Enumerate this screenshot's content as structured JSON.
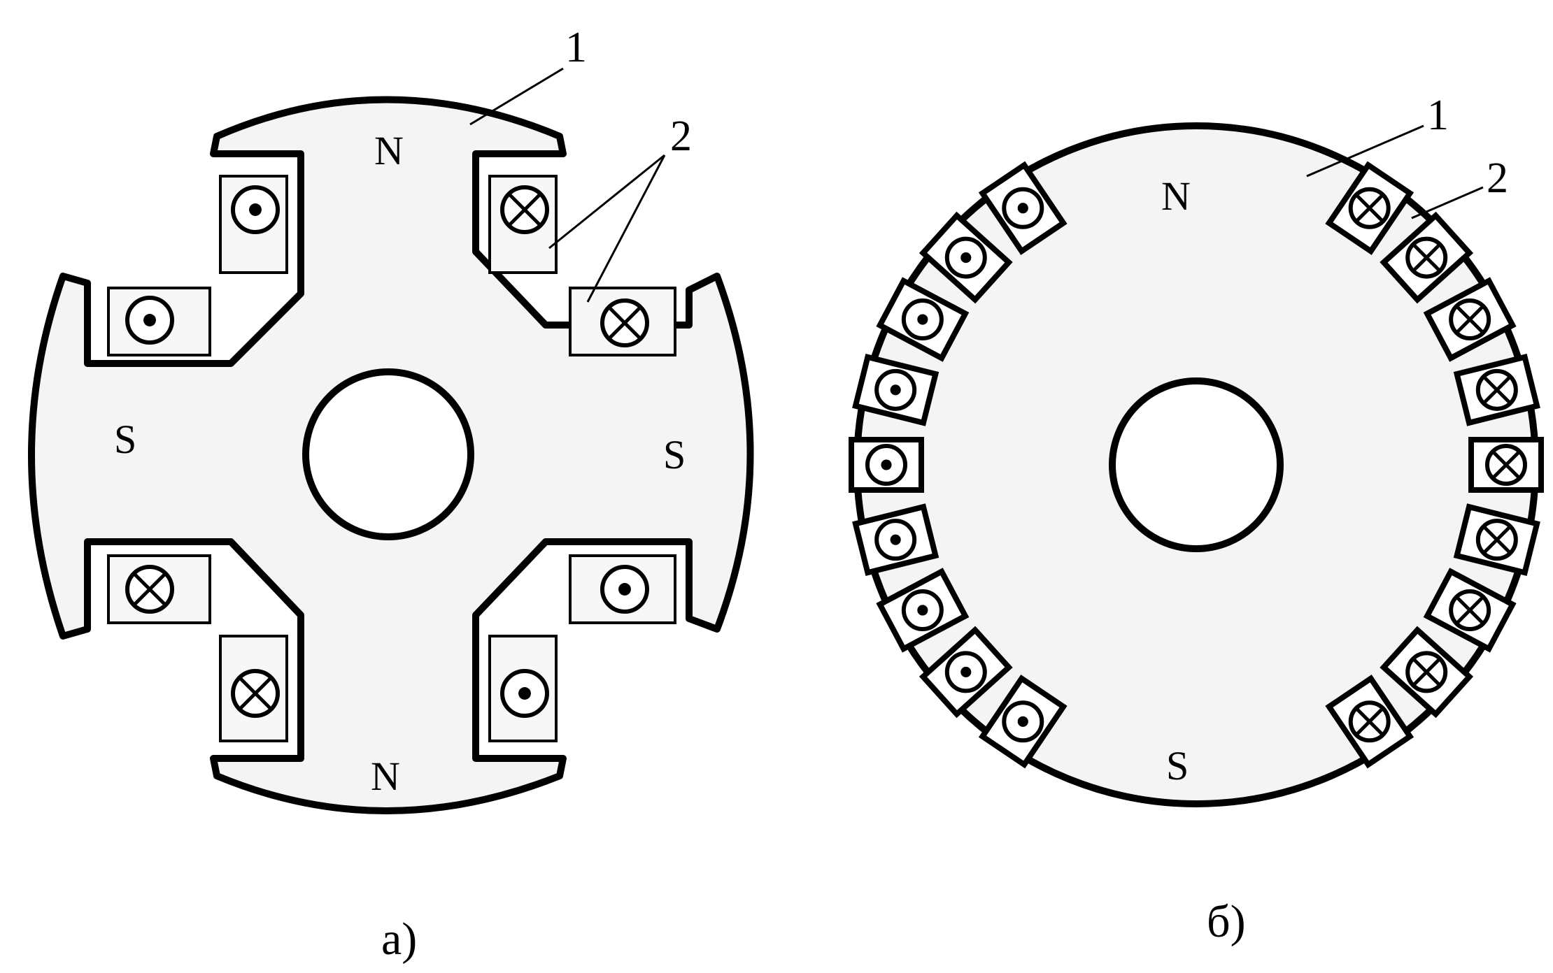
{
  "figure_a": {
    "caption": "а)",
    "poles": {
      "top": "N",
      "bottom": "N",
      "left": "S",
      "right": "S"
    },
    "callout_core": "1",
    "callout_winding": "2",
    "coils": [
      {
        "id": "a-top-left-upper",
        "direction": "out"
      },
      {
        "id": "a-top-left-lower",
        "direction": "out"
      },
      {
        "id": "a-top-right-upper",
        "direction": "in"
      },
      {
        "id": "a-top-right-lower",
        "direction": "in"
      },
      {
        "id": "a-bottom-left-upper",
        "direction": "in"
      },
      {
        "id": "a-bottom-left-lower",
        "direction": "in"
      },
      {
        "id": "a-bottom-right-upper",
        "direction": "out"
      },
      {
        "id": "a-bottom-right-lower",
        "direction": "out"
      }
    ]
  },
  "figure_b": {
    "caption": "б)",
    "poles": {
      "top": "N",
      "bottom": "S"
    },
    "callout_core": "1",
    "callout_winding": "2",
    "left_conductors": {
      "count": 9,
      "direction": "out"
    },
    "right_conductors": {
      "count": 9,
      "direction": "in"
    }
  },
  "legend_icons": {
    "out": "dot-in-circle-icon",
    "in": "cross-in-circle-icon"
  }
}
